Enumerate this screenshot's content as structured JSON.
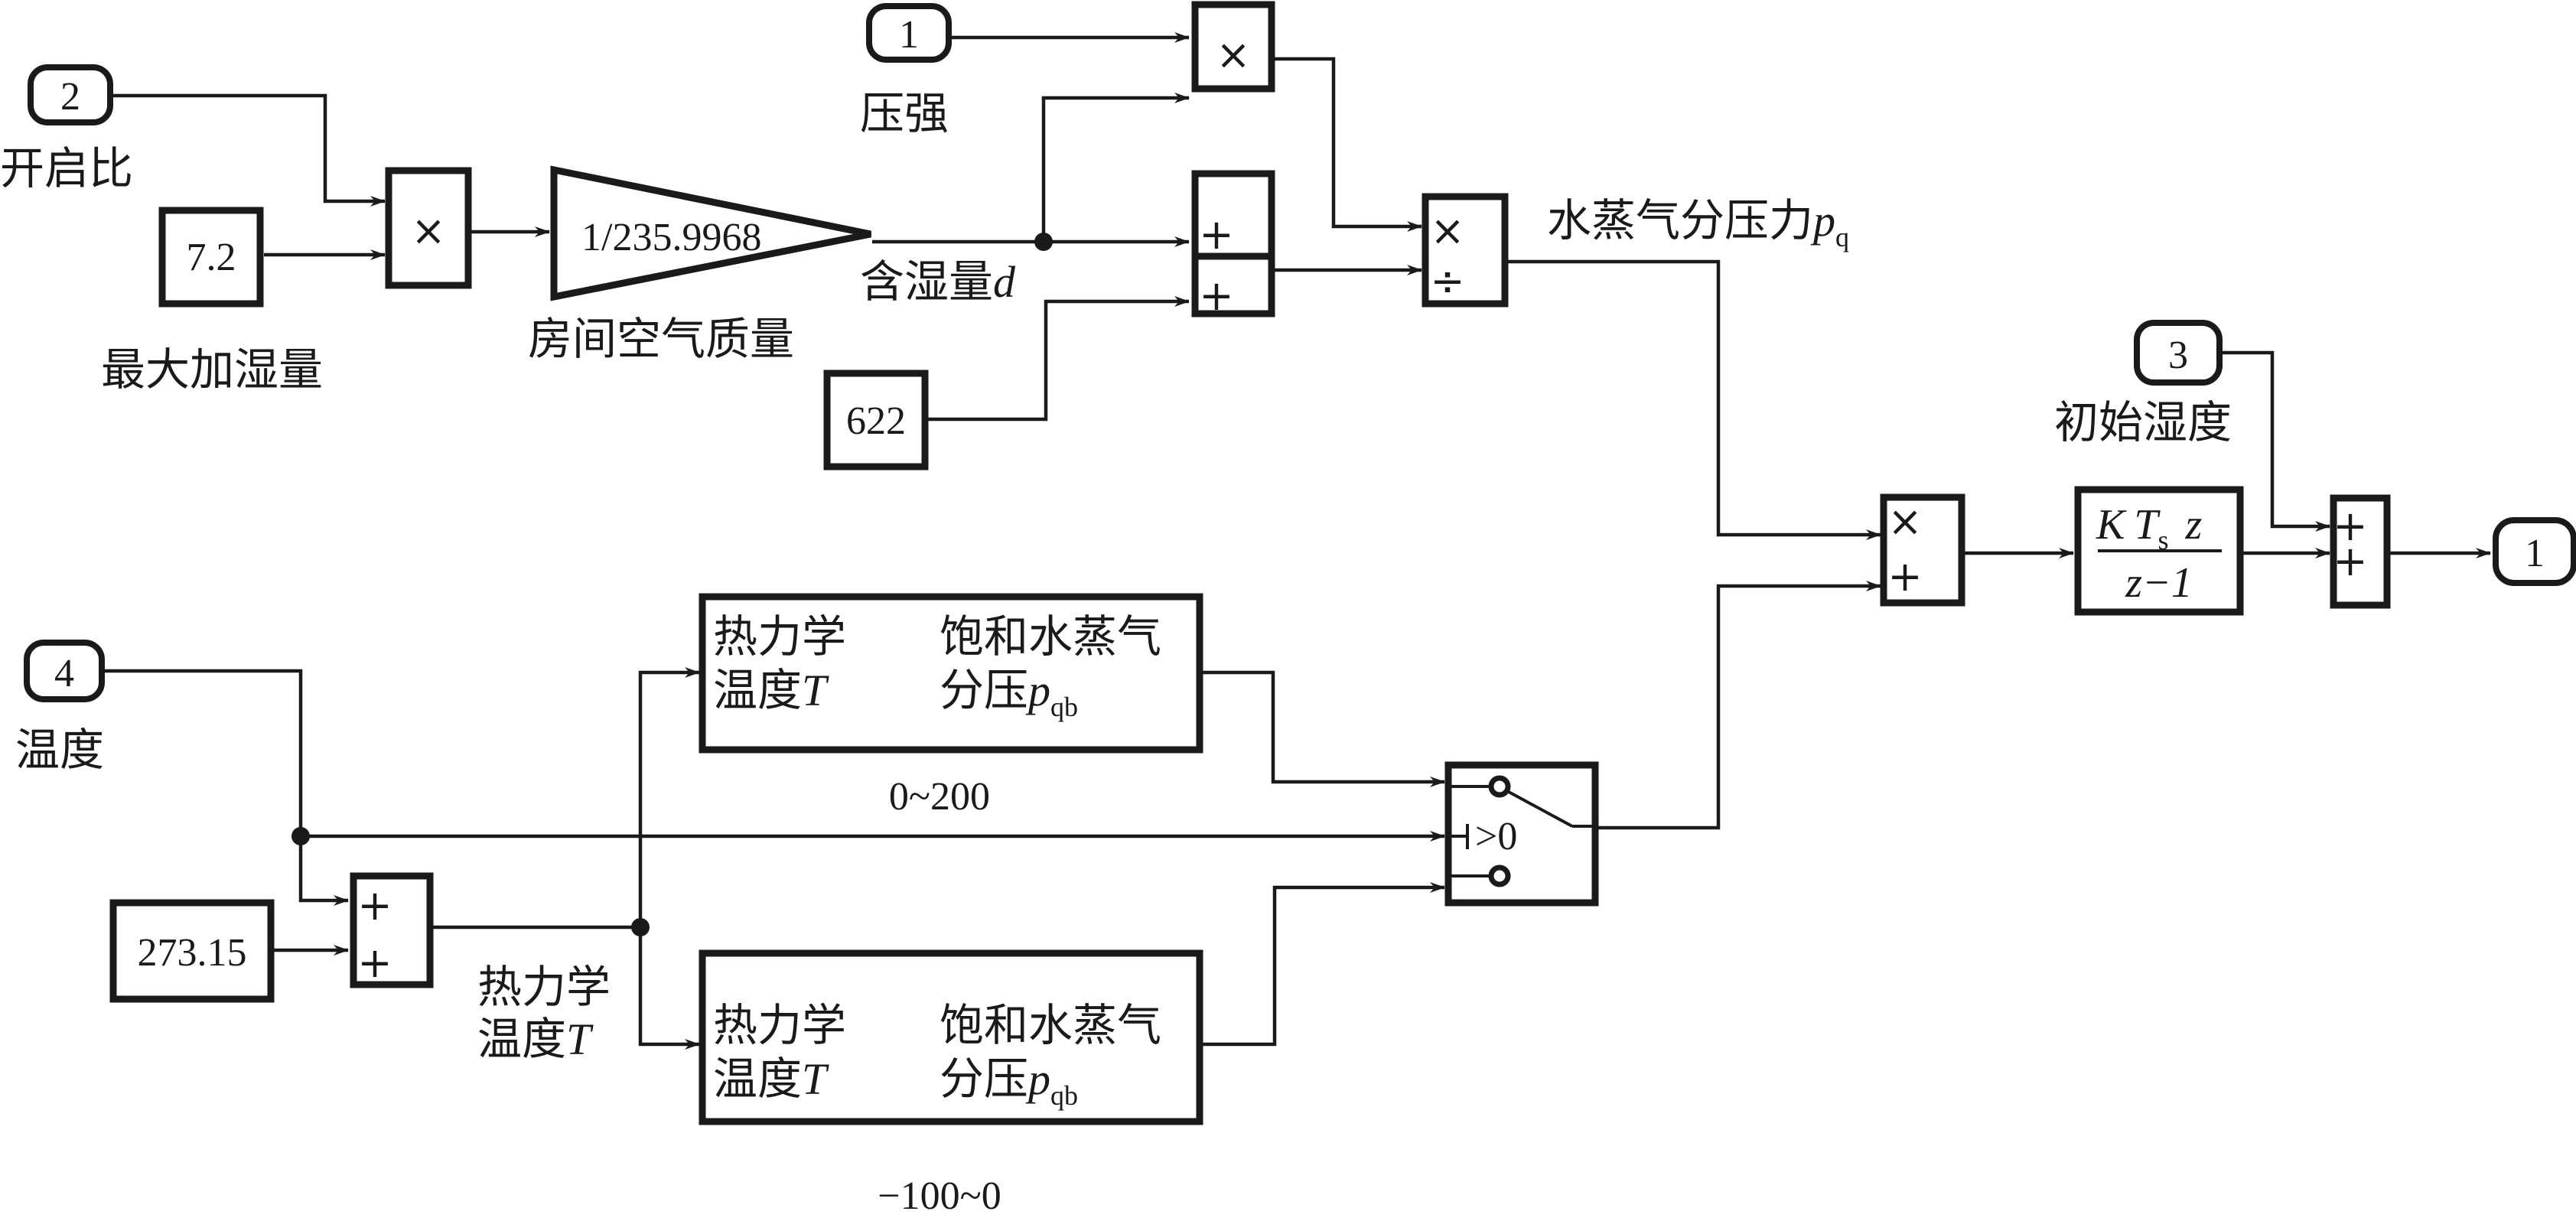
{
  "diagram": {
    "ports_in": [
      {
        "id": "in1",
        "number": "1",
        "label": "压强"
      },
      {
        "id": "in2",
        "number": "2",
        "label": "开启比"
      },
      {
        "id": "in3",
        "number": "3",
        "label": "初始湿度"
      },
      {
        "id": "in4",
        "number": "4",
        "label": "温度"
      }
    ],
    "port_out": {
      "number": "1"
    },
    "constants": {
      "max_humidify": {
        "value": "7.2",
        "label": "最大加湿量"
      },
      "c622": {
        "value": "622"
      },
      "c27315": {
        "value": "273.15"
      }
    },
    "gain": {
      "value": "1/235.9968",
      "label": "房间空气质量"
    },
    "signals": {
      "moisture": "含湿量",
      "moisture_sym": "d",
      "vapor_pressure": "水蒸气分压力",
      "vapor_sym": "p",
      "vapor_sub": "q",
      "thermo_temp_1": "热力学",
      "thermo_temp_2": "温度",
      "thermo_sym": "T"
    },
    "ops": {
      "times": "×",
      "divide": "÷",
      "plus": "+"
    },
    "lookup_blocks": [
      {
        "in1": "热力学",
        "in2": "温度",
        "in_sym": "T",
        "out1": "饱和水蒸气",
        "out2": "分压",
        "out_sym": "p",
        "out_sub": "qb",
        "range": "0~200"
      },
      {
        "in1": "热力学",
        "in2": "温度",
        "in_sym": "T",
        "out1": "饱和水蒸气",
        "out2": "分压",
        "out_sym": "p",
        "out_sub": "qb",
        "range": "−100~0"
      }
    ],
    "switch": {
      "condition": ">0"
    },
    "integrator": {
      "num_K": "K",
      "num_T": "T",
      "num_sub": "s",
      "num_z": "z",
      "den": "z−1"
    }
  }
}
